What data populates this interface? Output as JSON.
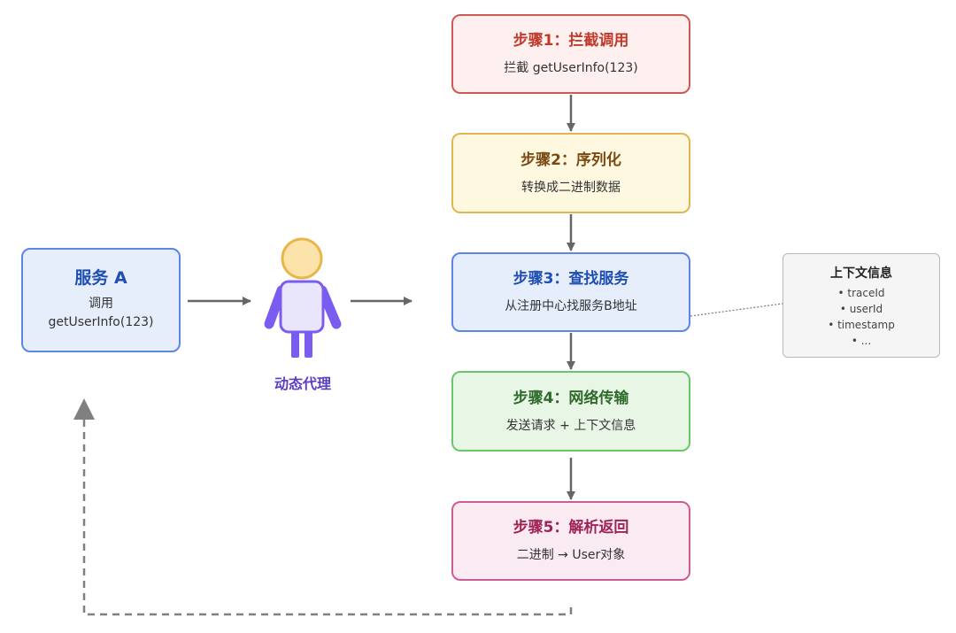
{
  "service_a": {
    "title": "服务 A",
    "line1": "调用",
    "line2": "getUserInfo(123)"
  },
  "proxy": {
    "label": "动态代理"
  },
  "steps": [
    {
      "title": "步骤1：拦截调用",
      "desc": "拦截 getUserInfo(123)"
    },
    {
      "title": "步骤2：序列化",
      "desc": "转换成二进制数据"
    },
    {
      "title": "步骤3：查找服务",
      "desc": "从注册中心找服务B地址"
    },
    {
      "title": "步骤4：网络传输",
      "desc": "发送请求 + 上下文信息"
    },
    {
      "title": "步骤5：解析返回",
      "desc": "二进制 → User对象"
    }
  ],
  "context": {
    "title": "上下文信息",
    "items": [
      "• traceId",
      "• userId",
      "• timestamp",
      "• ..."
    ]
  },
  "colors": {
    "step1_fill": "#fdf0ef",
    "step1_border": "#cf5a55",
    "step1_text": "#c0392b",
    "step2_fill": "#fef8e0",
    "step2_border": "#e0b650",
    "step2_text": "#7a4a12",
    "step3_fill": "#e6eefc",
    "step3_border": "#5c86e6",
    "step3_text": "#1f4eb3",
    "step4_fill": "#e8f6e6",
    "step4_border": "#6cc56a",
    "step4_text": "#2e6b2b",
    "step5_fill": "#faeaf2",
    "step5_border": "#cc5c93",
    "step5_text": "#a02356",
    "service_fill": "#e6eefc",
    "service_border": "#5c86e6",
    "service_text": "#1f4eb3",
    "proxy_accent": "#7b5cf0",
    "arrow": "#666666"
  }
}
